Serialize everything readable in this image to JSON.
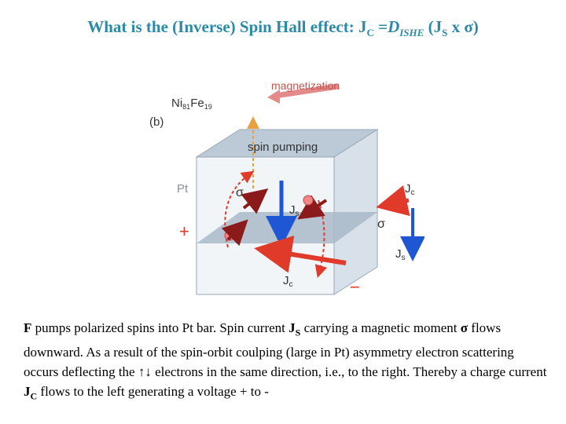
{
  "title": {
    "prefix": "What is the (Inverse) Spin Hall effect: J",
    "sub1": "C",
    "mid": " =",
    "d": "D",
    "dsub": "ISHE",
    "paren_open": " (J",
    "sub2": "S",
    "suffix": " x σ)"
  },
  "diagram": {
    "ni_label": "Ni",
    "ni_sub": "81",
    "fe_label": "Fe",
    "fe_sub": "19",
    "panel_label": "(b)",
    "magnetization": "magnetization",
    "spin_pumping": "spin pumping",
    "pt_label": "Pt",
    "sigma": "σ",
    "js": "J",
    "js_sub": "s",
    "jc": "J",
    "jc_sub": "c",
    "plus": "+",
    "minus": "−"
  },
  "caption": {
    "p1": "F",
    "p2": " pumps polarized spins into Pt bar. Spin current ",
    "p3": "J",
    "p3sub": "S",
    "p4": " carrying a magnetic moment ",
    "p5": "σ",
    "p6": " flows downward. As a result of the spin-orbit coulping  (large in Pt) asymmetry electron scattering occurs deflecting the ",
    "p7": "↑↓",
    "p8": " electrons in the same direction, i.e., to the right. Thereby a charge current ",
    "p9": "J",
    "p9sub": "C",
    "p10": " flows to the left generating a voltage  + to -"
  },
  "colors": {
    "title": "#2c8aa6",
    "arrow_red": "#e03a2a",
    "arrow_blue": "#1f56d4",
    "arrow_darkred": "#8b1a1a",
    "box_fill": "#cdd8e2",
    "label_gray": "#8a8f96"
  }
}
